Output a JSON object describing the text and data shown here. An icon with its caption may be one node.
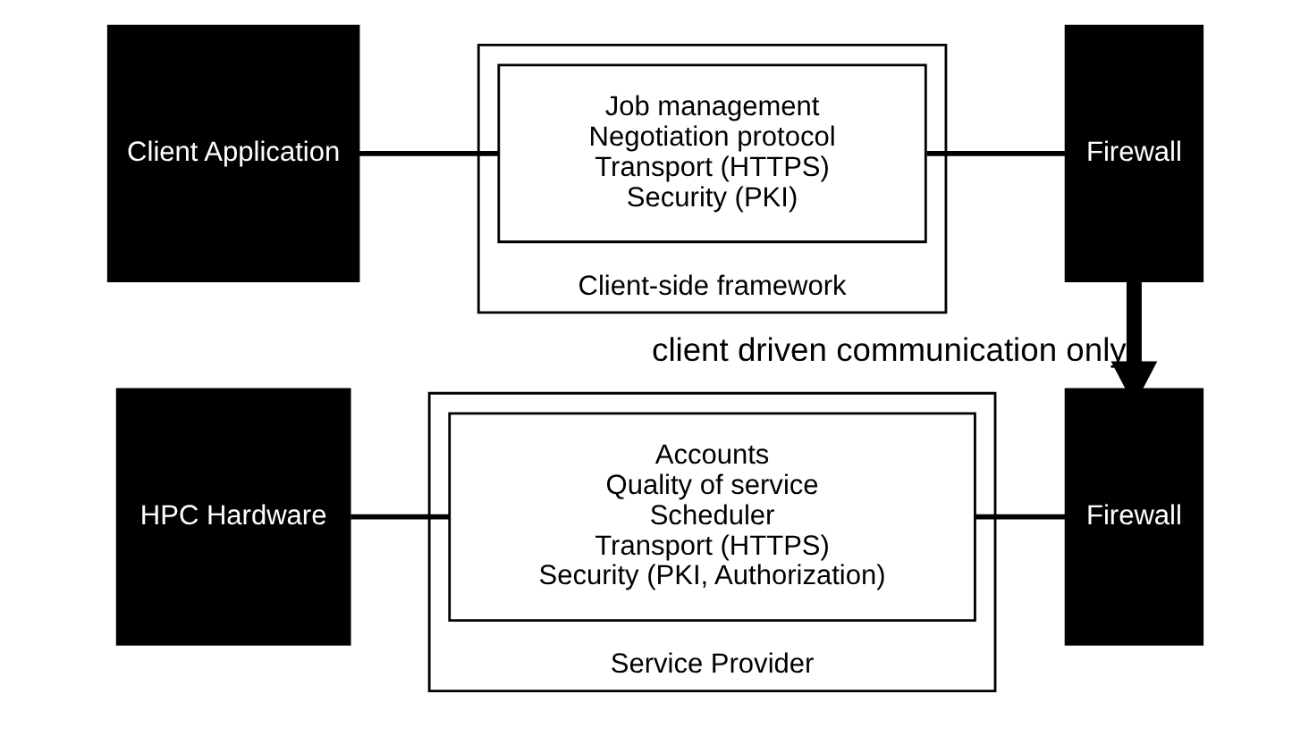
{
  "diagram": {
    "nodes": [
      {
        "text": [
          "Client Application"
        ]
      },
      {
        "text": [
          "Client-side framework"
        ]
      },
      {
        "text": [
          "Job management",
          "Negotiation protocol",
          "Transport (HTTPS)",
          "Security (PKI)"
        ],
        "in": 1
      },
      {
        "text": [
          "Firewall"
        ]
      },
      {
        "text": [
          "HPC Hardware"
        ]
      },
      {
        "text": [
          "Service Provider"
        ]
      },
      {
        "text": [
          "Accounts",
          "Quality of service",
          "Scheduler",
          "Transport (HTTPS)",
          "Security (PKI, Authorization)"
        ],
        "in": 5
      },
      {
        "text": [
          "Firewall"
        ]
      }
    ],
    "edges": [
      {
        "from": 0,
        "to": 2,
        "arrow": "none"
      },
      {
        "from": 2,
        "to": 3,
        "arrow": "none"
      },
      {
        "from": 3,
        "to": 7,
        "arrow": "to",
        "label": "client driven communication only",
        "style": "thick"
      },
      {
        "from": 4,
        "to": 6,
        "arrow": "none"
      },
      {
        "from": 6,
        "to": 7,
        "arrow": "none"
      }
    ]
  }
}
